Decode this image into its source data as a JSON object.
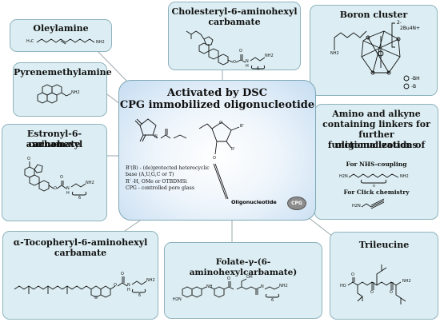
{
  "center": {
    "title_line1": "Activated by DSC",
    "title_line2": "CPG immobilized  oligonucleotide",
    "legend": [
      "B'(B) - (de)protected heterocyclic",
      "base (A,U,G,C or T)",
      "R' -H, OMe or OTBDMSi",
      "CPG - controlled pore glass"
    ],
    "oligo_label": "Oligonucleotide",
    "cpg_label": "CPG",
    "atom_labels": {
      "b_prime": "B'",
      "r_prime": "R'"
    }
  },
  "boxes": {
    "oleylamine": {
      "title": "Oleylamine"
    },
    "pyrene": {
      "title": "Pyrenemethylamine"
    },
    "estronyl": {
      "title_line1": "Estronyl-6-aminohexyl",
      "title_line2": "carbamate"
    },
    "tocopheryl": {
      "title_line1": "α-Tocopheryl-6-aminohexyl",
      "title_line2": "carbamate"
    },
    "folate": {
      "title": "Folate-γ-(6-aminohexylcarbamate)"
    },
    "cholesteryl": {
      "title_line1": "Cholesteryl-6-aminohexyl",
      "title_line2": "carbamate"
    },
    "boron": {
      "title": "Boron cluster",
      "charge": "2-",
      "counterion": "2Bu4N+",
      "bh_label": "-BH",
      "b_label": "-B"
    },
    "linkers": {
      "title_lines": [
        "Amino and alkyne",
        "containing linkers for",
        "further functionalization of",
        "oligonucleotides"
      ],
      "nhs_label": "For NHS-coupling",
      "click_label": "For Click chemistry"
    },
    "trileucine": {
      "title": "Trileucine"
    }
  },
  "atoms": {
    "nh2": "NH2",
    "h2n": "H2N",
    "n_sub": "n",
    "six": "6",
    "o": "O",
    "n": "N",
    "h": "H",
    "oh": "OH",
    "ho": "HO",
    "nh": "NH"
  }
}
